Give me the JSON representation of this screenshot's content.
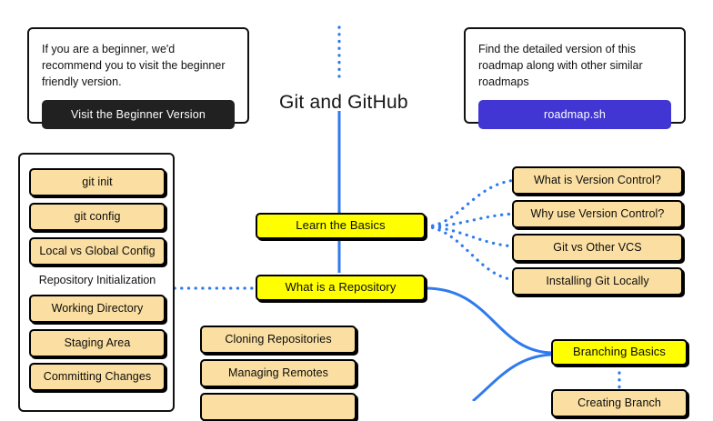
{
  "page": {
    "title": "Git and GitHub",
    "background": "#ffffff",
    "accent_blue": "#2F7BEE",
    "topic_fill": "#FFFF00",
    "subtopic_fill": "#FBDFA2",
    "border": "#000000"
  },
  "callouts": {
    "beginner": {
      "name": "beginner-callout",
      "text": "If you are a beginner, we'd recommend you to visit the beginner friendly version.",
      "button_label": "Visit the Beginner Version",
      "button_color": "#212121"
    },
    "detailed": {
      "name": "detailed-callout",
      "text": "Find the detailed version of this roadmap along with other similar roadmaps",
      "button_label": "roadmap.sh",
      "button_color": "#4136D4"
    }
  },
  "topics": [
    {
      "id": "learn-the-basics",
      "label": "Learn the Basics"
    },
    {
      "id": "what-is-a-repository",
      "label": "What is a Repository"
    },
    {
      "id": "branching-basics",
      "label": "Branching Basics"
    }
  ],
  "groups": [
    {
      "id": "repository-initialization",
      "label": "Repository Initialization",
      "items": [
        "git init",
        "git config",
        "Local vs Global Config",
        "Working Directory",
        "Staging Area",
        "Committing Changes"
      ]
    }
  ],
  "subtopics_right": [
    "What is Version Control?",
    "Why use Version Control?",
    "Git vs Other VCS",
    "Installing Git Locally"
  ],
  "subtopics_middle": [
    "Cloning Repositories",
    "Managing Remotes",
    ""
  ],
  "subtopics_branching": [
    "Creating Branch"
  ]
}
